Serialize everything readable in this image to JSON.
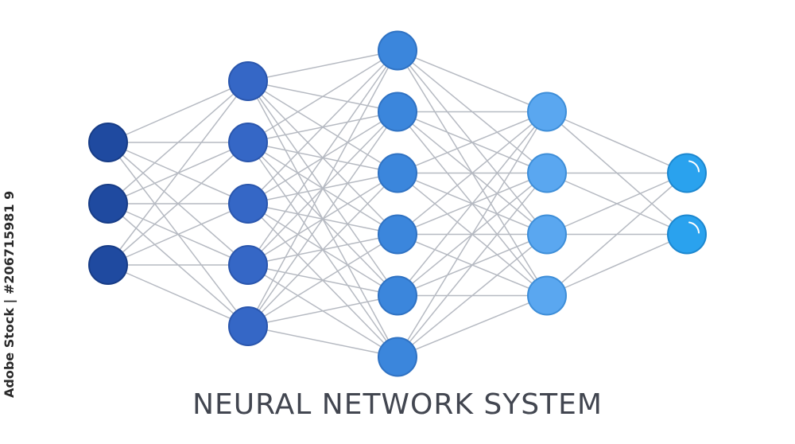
{
  "title": "NEURAL NETWORK SYSTEM",
  "stock_id": "Adobe Stock | #206715981 9",
  "layers": [
    {
      "name": "input-layer",
      "nodes": 3,
      "color": "#1f4aa0",
      "stroke": "#173c86"
    },
    {
      "name": "hidden-layer-1",
      "nodes": 5,
      "color": "#3567c6",
      "stroke": "#2a56ad"
    },
    {
      "name": "hidden-layer-2",
      "nodes": 6,
      "color": "#3b86dc",
      "stroke": "#2f72c3"
    },
    {
      "name": "hidden-layer-3",
      "nodes": 4,
      "color": "#5aa7f0",
      "stroke": "#3e8ed8"
    },
    {
      "name": "output-layer",
      "nodes": 2,
      "color": "#2aa2ee",
      "stroke": "#1c87cf",
      "highlight": true
    }
  ],
  "connectivity": "fully-connected",
  "colors": {
    "edge": "#b6bac2",
    "title": "#424650",
    "background": "#ffffff"
  }
}
